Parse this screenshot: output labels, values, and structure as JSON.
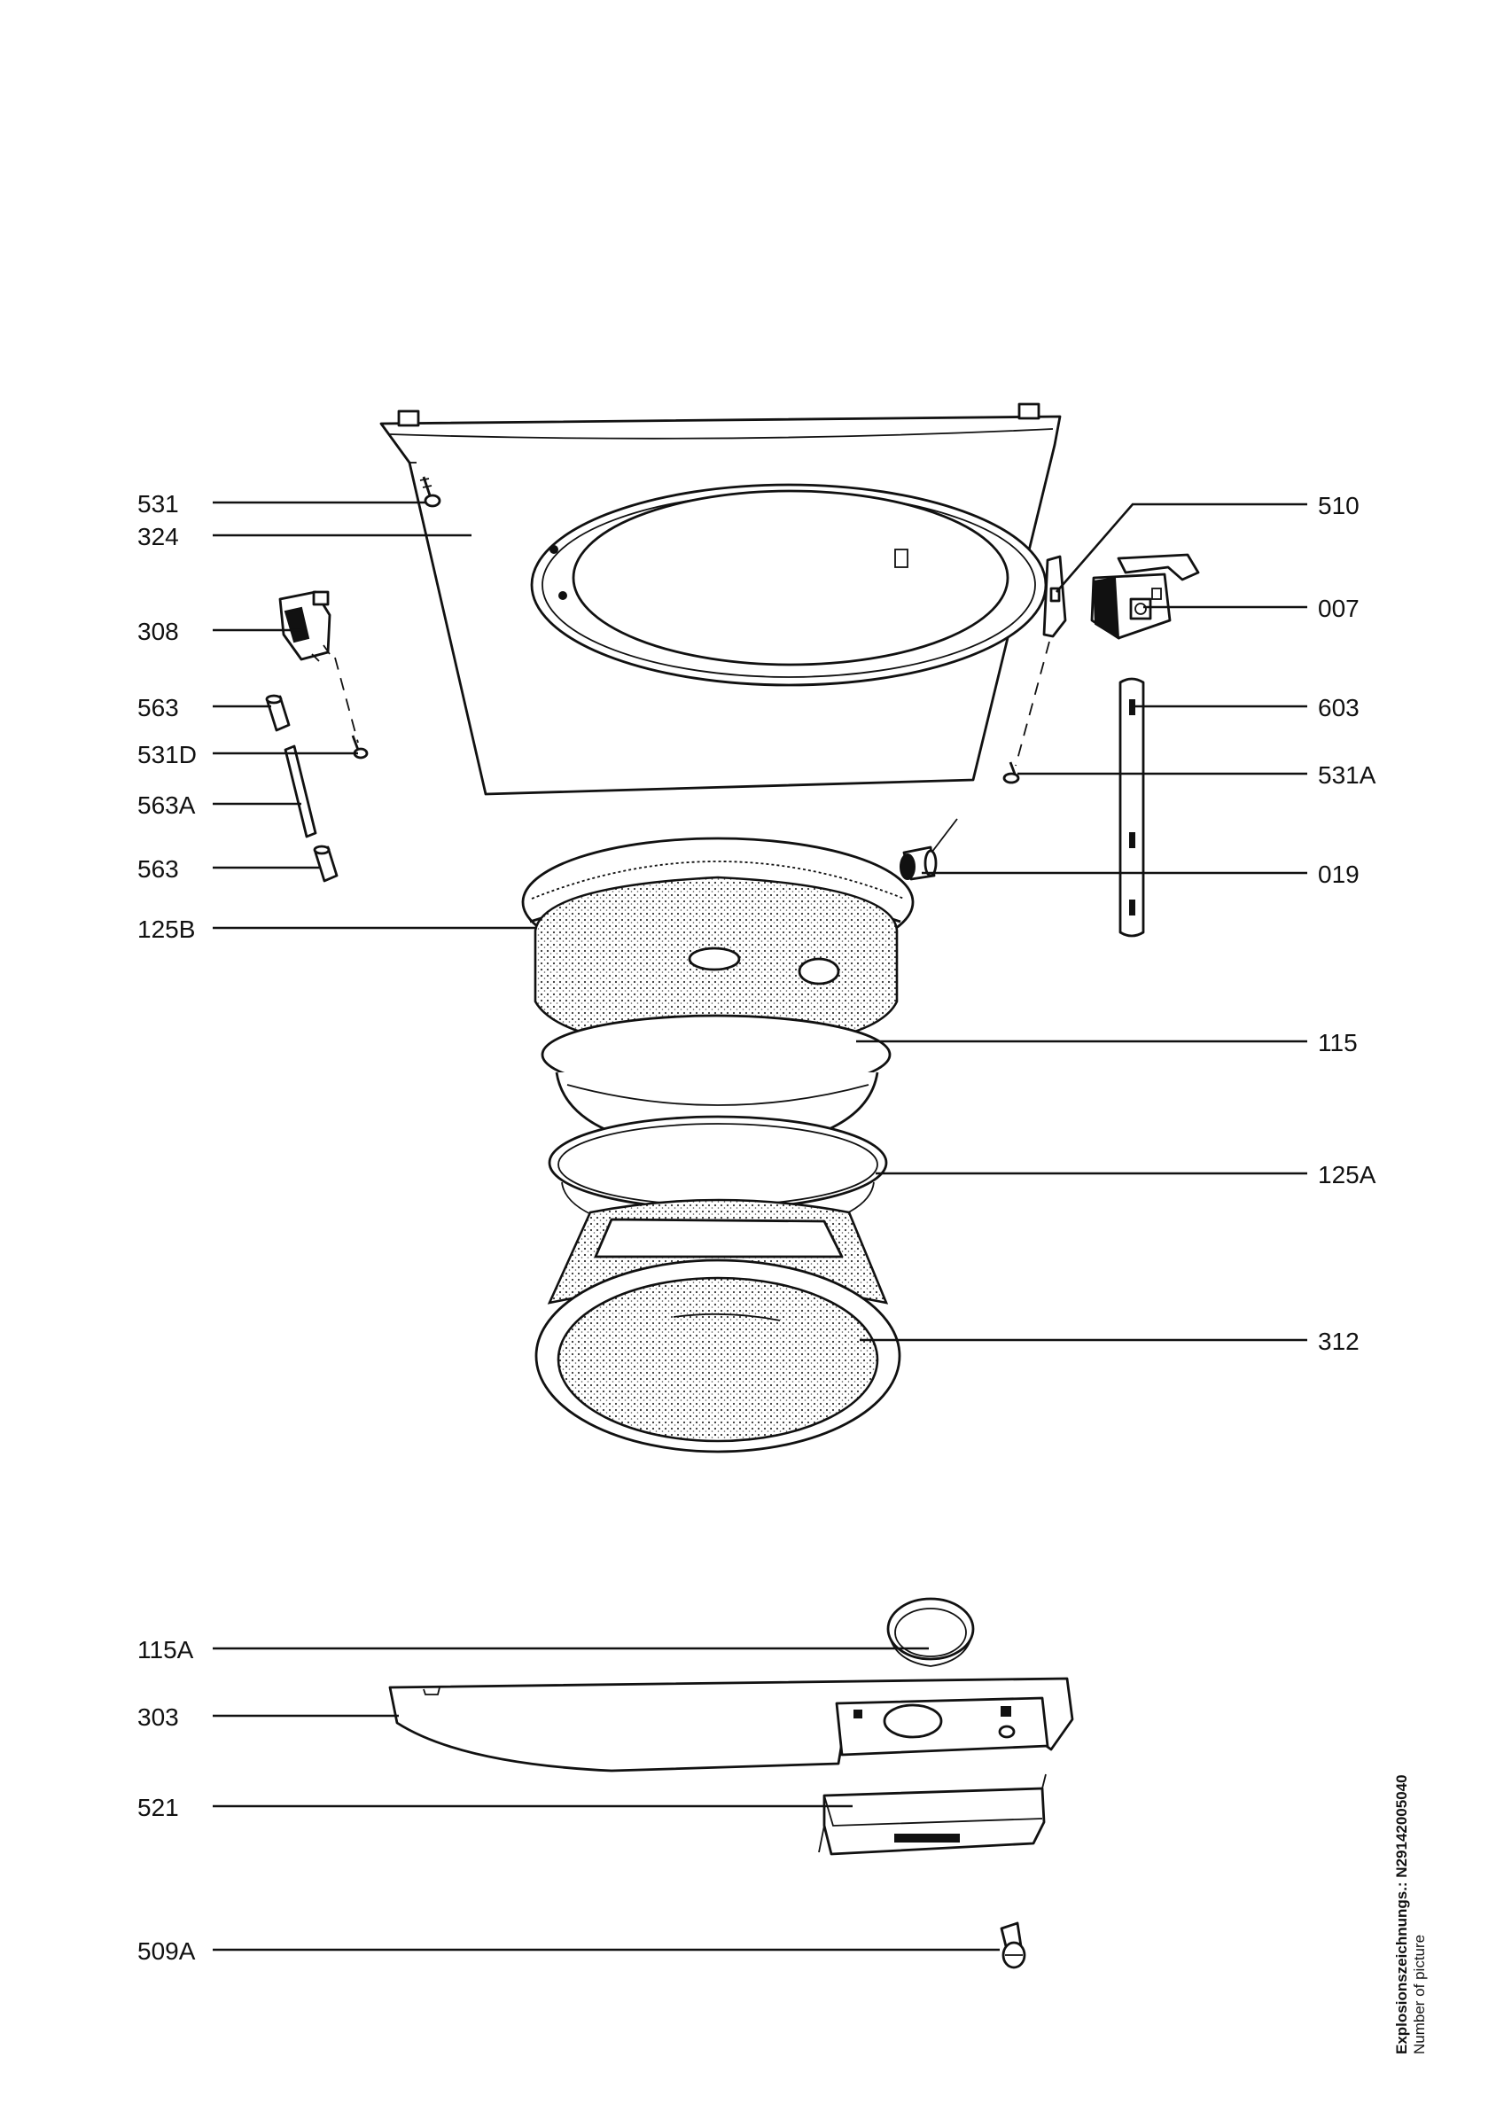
{
  "part_labels": [
    "531",
    "324",
    "308",
    "563",
    "531D",
    "563A",
    "563",
    "125B",
    "510",
    "007",
    "603",
    "531A",
    "019",
    "115",
    "125A",
    "312",
    "115A",
    "303",
    "521",
    "509A"
  ],
  "picture_number": {
    "line1": "Explosionszeichnungs.: N29142005040",
    "line2": "Number of picture"
  }
}
